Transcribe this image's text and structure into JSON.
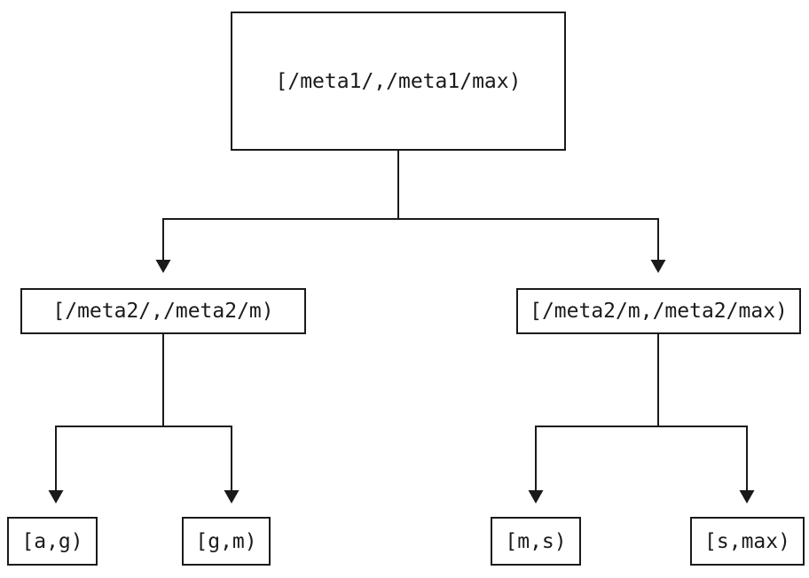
{
  "diagram": {
    "type": "binary-tree",
    "nodes": {
      "root": {
        "label": "[/meta1/,/meta1/max)"
      },
      "left": {
        "label": "[/meta2/,/meta2/m)"
      },
      "right": {
        "label": "[/meta2/m,/meta2/max)"
      },
      "leaf_ag": {
        "label": "[a,g)"
      },
      "leaf_gm": {
        "label": "[g,m)"
      },
      "leaf_ms": {
        "label": "[m,s)"
      },
      "leaf_smax": {
        "label": "[s,max)"
      }
    },
    "edges": [
      {
        "from": "root",
        "to": "left"
      },
      {
        "from": "root",
        "to": "right"
      },
      {
        "from": "left",
        "to": "leaf_ag"
      },
      {
        "from": "left",
        "to": "leaf_gm"
      },
      {
        "from": "right",
        "to": "leaf_ms"
      },
      {
        "from": "right",
        "to": "leaf_smax"
      }
    ],
    "colors": {
      "line": "#1a1a1a",
      "box_border": "#1a1a1a",
      "text": "#1a1a1a",
      "background": "#ffffff"
    }
  }
}
